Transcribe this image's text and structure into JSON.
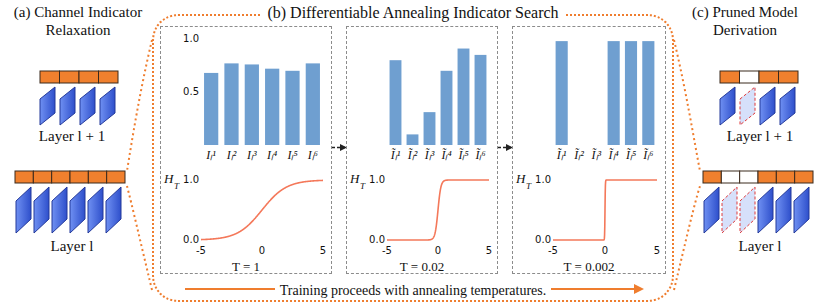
{
  "diagram": {
    "nodes": [
      {
        "text": [
          "(b) Differentiable Annealing Indicator Search"
        ]
      },
      {
        "text": [
          "T = 1"
        ],
        "in": 0
      },
      {
        "text": [
          "T = 0.02"
        ],
        "in": 0
      },
      {
        "text": [
          "T = 0.002"
        ],
        "in": 0
      }
    ],
    "edges": [
      {
        "from": 1,
        "to": 2,
        "arrow": "to"
      },
      {
        "from": 2,
        "to": 3,
        "arrow": "to"
      }
    ],
    "labels": [
      "(a) Channel Indicator Relaxation",
      "(c) Pruned Model Derivation",
      "Layer l + 1",
      "Layer l",
      "Layer l + 1",
      "Layer l",
      "Training proceeds with annealing temperatures.",
      "1.0",
      "0.5",
      "Iₗ¹",
      "Iₗ²",
      "Iₗ³",
      "Iₗ⁴",
      "Iₗ⁵",
      "Iₗ⁶",
      "H",
      "T",
      "1.0",
      "0.0",
      "-5",
      "0",
      "5",
      "Ĩₗ¹",
      "Ĩₗ²",
      "Ĩₗ³",
      "Ĩₗ⁴",
      "Ĩₗ⁵",
      "Ĩₗ⁶",
      "H",
      "T",
      "1.0",
      "0.0",
      "-5",
      "0",
      "5",
      "Ĩₗ¹",
      "Ĩₗ²",
      "Ĩₗ³",
      "Ĩₗ⁴",
      "Ĩₗ⁵",
      "Ĩₗ⁶",
      "H",
      "T",
      "1.0",
      "0.0",
      "-5",
      "0",
      "5"
    ]
  }
}
